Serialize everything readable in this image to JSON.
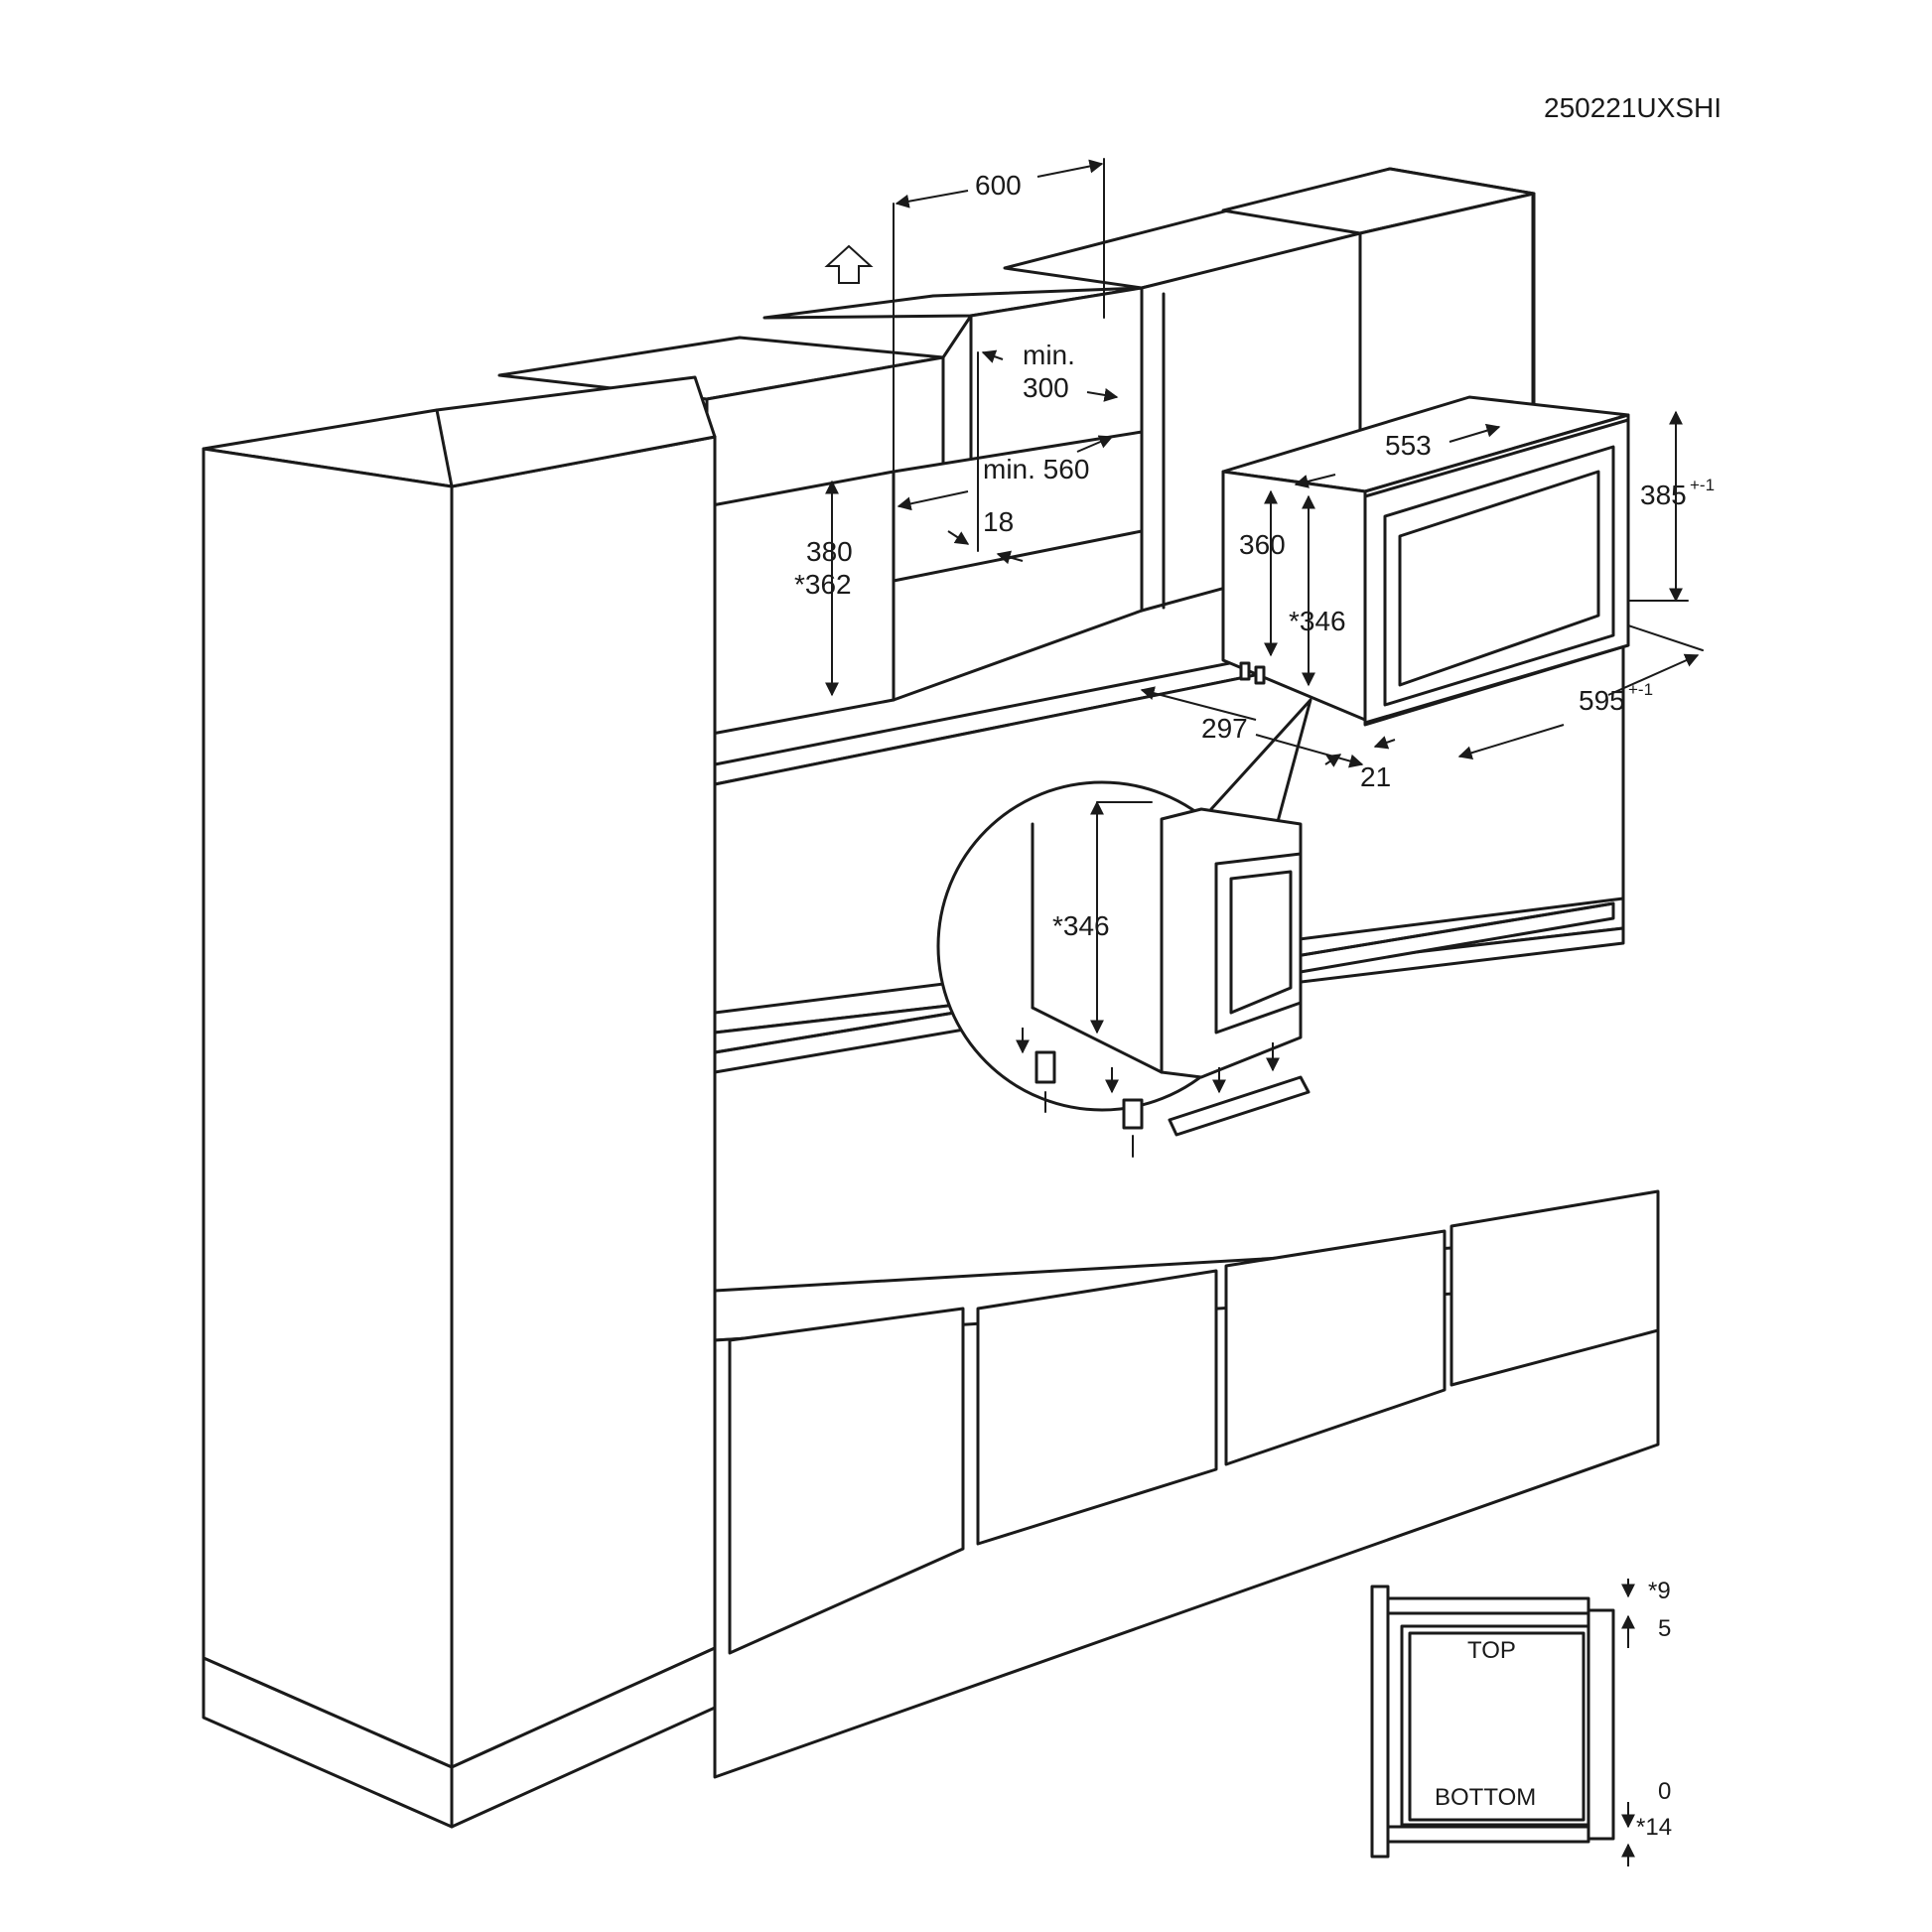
{
  "doc_code": "250221UXSHI",
  "dimensions": {
    "niche_width": "600",
    "min_300_line1": "min.",
    "min_300_line2": "300",
    "min_560": "min. 560",
    "niche_height_1": "380",
    "niche_height_2": "*362",
    "side_18": "18",
    "appliance_width": "553",
    "appliance_height_total": "385",
    "appliance_height_total_tol": "+-1",
    "appliance_height_body": "360",
    "appliance_height_star": "*346",
    "appliance_depth": "297",
    "front_width": "595",
    "front_width_tol": "+-1",
    "front_offset": "21",
    "detail_height": "*346"
  },
  "section_view": {
    "top_label": "TOP",
    "bottom_label": "BOTTOM",
    "top_gap": "*9",
    "top_offset": "5",
    "bottom_offset": "0",
    "bottom_gap": "*14"
  }
}
